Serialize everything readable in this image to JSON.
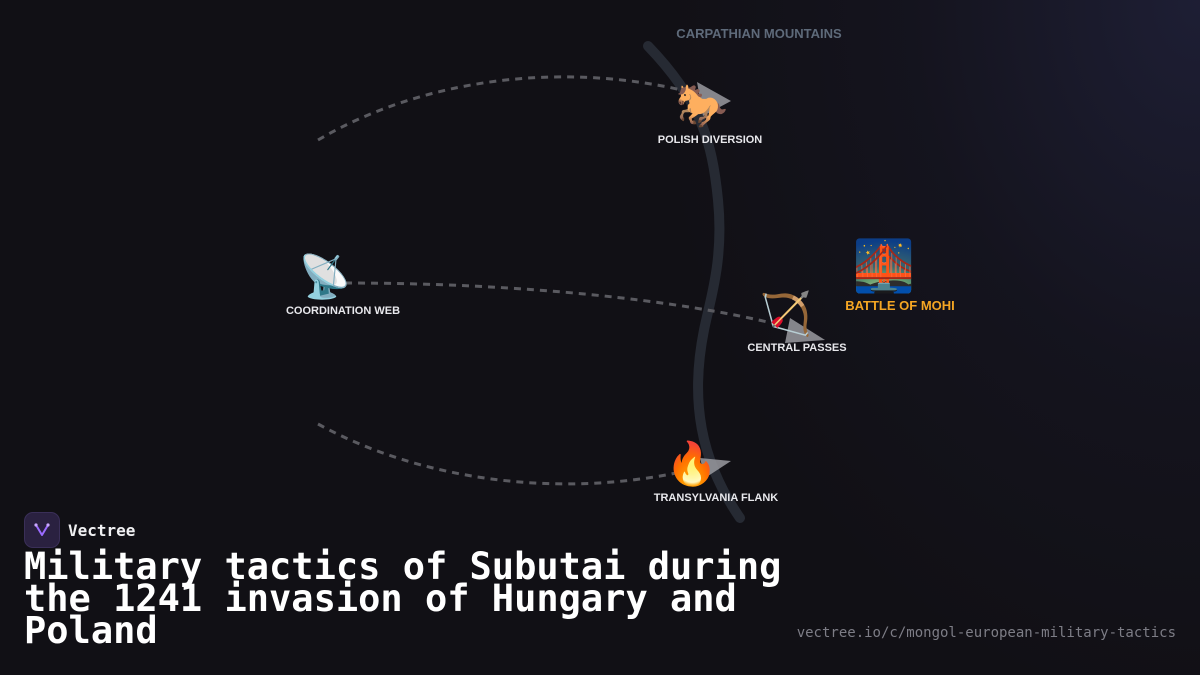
{
  "diagram": {
    "mountains_label": "CARPATHIAN MOUNTAINS",
    "nodes": [
      {
        "id": "coordination",
        "icon": "satellite-antenna-icon",
        "emoji": "📡",
        "label": "COORDINATION WEB"
      },
      {
        "id": "polish",
        "icon": "horse-icon",
        "emoji": "🐎",
        "label": "POLISH DIVERSION"
      },
      {
        "id": "central",
        "icon": "bow-and-arrow-icon",
        "emoji": "🏹",
        "label": "CENTRAL PASSES"
      },
      {
        "id": "transylvania",
        "icon": "fire-icon",
        "emoji": "🔥",
        "label": "TRANSYLVANIA FLANK"
      },
      {
        "id": "mohi",
        "icon": "bridge-at-night-icon",
        "emoji": "🌉",
        "label": "BATTLE OF MOHI"
      }
    ],
    "colors": {
      "background": "#111015",
      "target_label": "#f5a623",
      "mountain_ridge": "#262a33",
      "dashed_route": "#5a5a60",
      "arrowhead": "#9a9aa0"
    }
  },
  "brand": {
    "name": "Vectree",
    "icon": "vectree-logo-icon"
  },
  "title": "Military tactics of Subutai during the 1241 invasion of Hungary and Poland",
  "url": "vectree.io/c/mongol-european-military-tactics"
}
